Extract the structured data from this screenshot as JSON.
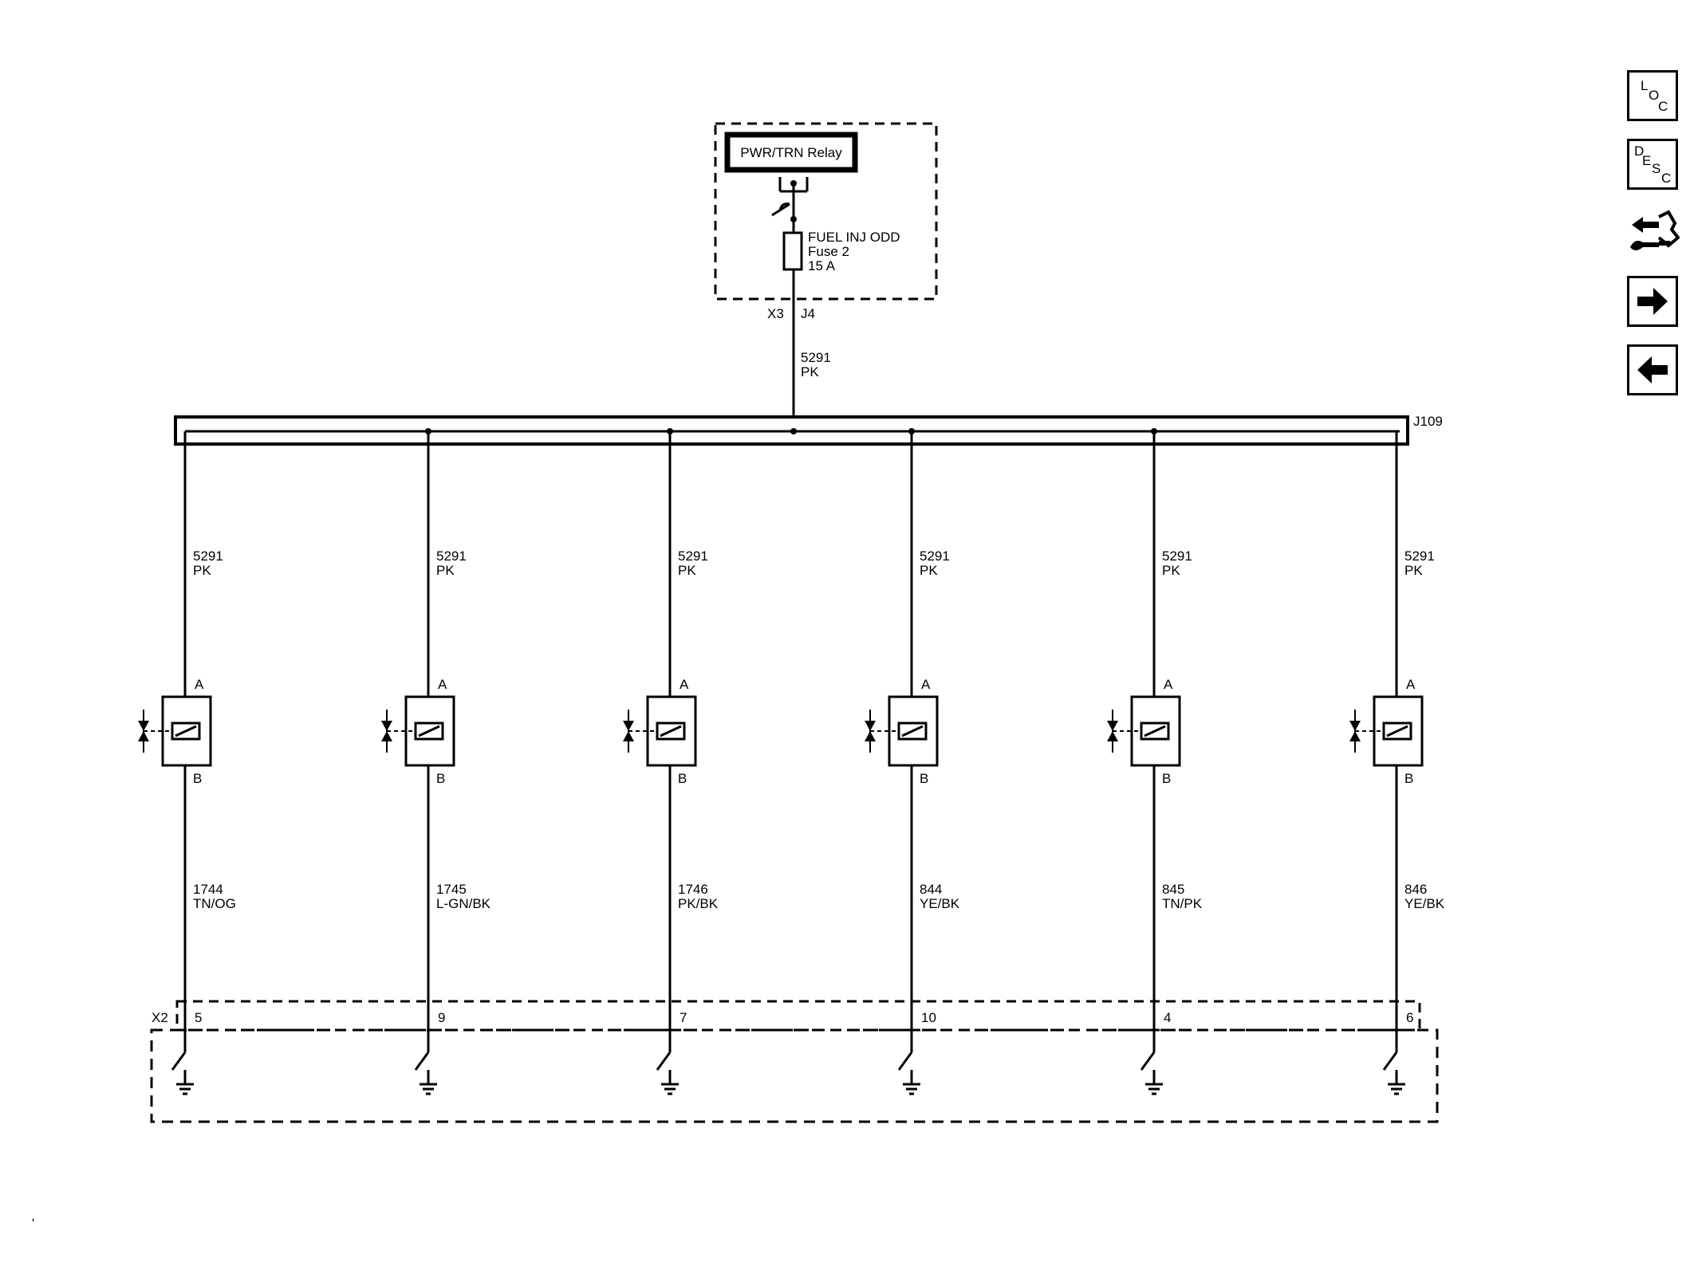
{
  "relay": {
    "label": "PWR/TRN Relay"
  },
  "fuse": {
    "line1": "FUEL INJ ODD",
    "line2": "Fuse 2",
    "line3": "15 A"
  },
  "feed": {
    "connector": "X3",
    "pin": "J4",
    "circuit": "5291",
    "color": "PK"
  },
  "splice": {
    "label": "J109"
  },
  "bottom_connector": {
    "label": "X2"
  },
  "injectors": [
    {
      "top_circuit": "5291",
      "top_color": "PK",
      "pin_a": "A",
      "pin_b": "B",
      "bottom_circuit": "1744",
      "bottom_color": "TN/OG",
      "ground_pin": "5"
    },
    {
      "top_circuit": "5291",
      "top_color": "PK",
      "pin_a": "A",
      "pin_b": "B",
      "bottom_circuit": "1745",
      "bottom_color": "L-GN/BK",
      "ground_pin": "9"
    },
    {
      "top_circuit": "5291",
      "top_color": "PK",
      "pin_a": "A",
      "pin_b": "B",
      "bottom_circuit": "1746",
      "bottom_color": "PK/BK",
      "ground_pin": "7"
    },
    {
      "top_circuit": "5291",
      "top_color": "PK",
      "pin_a": "A",
      "pin_b": "B",
      "bottom_circuit": "844",
      "bottom_color": "YE/BK",
      "ground_pin": "10"
    },
    {
      "top_circuit": "5291",
      "top_color": "PK",
      "pin_a": "A",
      "pin_b": "B",
      "bottom_circuit": "845",
      "bottom_color": "TN/PK",
      "ground_pin": "4"
    },
    {
      "top_circuit": "5291",
      "top_color": "PK",
      "pin_a": "A",
      "pin_b": "B",
      "bottom_circuit": "846",
      "bottom_color": "YE/BK",
      "ground_pin": "6"
    }
  ],
  "nav": {
    "loc": {
      "c1": "L",
      "c2": "O",
      "c3": "C"
    },
    "desc": {
      "c1": "D",
      "c2": "E",
      "c3": "S",
      "c4": "C"
    },
    "icons": [
      "connector-icon",
      "arrow-right-icon",
      "arrow-left-icon"
    ]
  },
  "colors": {
    "ink": "#000000",
    "background": "#ffffff"
  }
}
